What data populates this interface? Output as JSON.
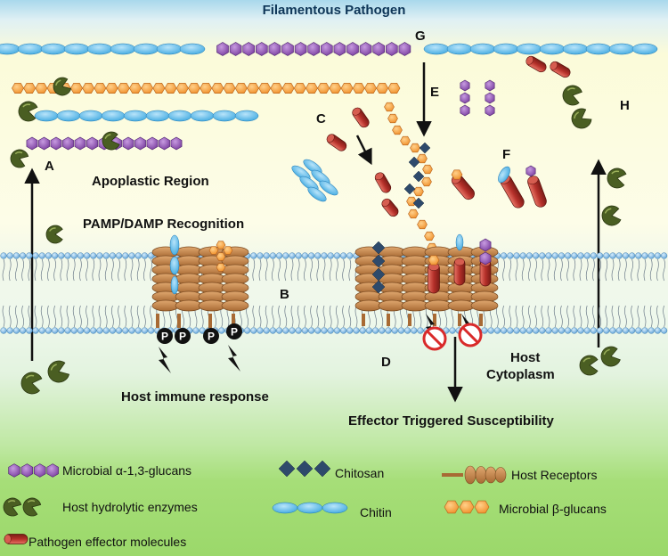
{
  "title": "Filamentous Pathogen",
  "region_labels": {
    "apoplastic": "Apoplastic Region",
    "recognition": "PAMP/DAMP Recognition",
    "host_cytoplasm_line1": "Host",
    "host_cytoplasm_line2": "Cytoplasm",
    "immune_response": "Host immune response",
    "ets": "Effector Triggered Susceptibility"
  },
  "phosphate_symbol": "P",
  "letters": [
    "A",
    "B",
    "C",
    "D",
    "E",
    "F",
    "G",
    "H"
  ],
  "legend": [
    {
      "label": "Microbial α-1,3-glucans",
      "icon": "alpha-glucan-icon"
    },
    {
      "label": "Chitosan",
      "icon": "chitosan-icon"
    },
    {
      "label": "Host Receptors",
      "icon": "host-receptor-icon"
    },
    {
      "label": "Host hydrolytic enzymes",
      "icon": "hydrolytic-enzyme-icon"
    },
    {
      "label": "Chitin",
      "icon": "chitin-icon"
    },
    {
      "label": "Microbial β-glucans",
      "icon": "beta-glucan-icon"
    },
    {
      "label": "Pathogen effector molecules",
      "icon": "effector-molecule-icon"
    }
  ],
  "colors": {
    "alpha_glucan": "#7b3fa0",
    "beta_glucan": "#f0902a",
    "chitin": "#3fa9e0",
    "chitosan": "#2e4a6b",
    "enzyme": "#4a5e22",
    "effector": "#b5302a",
    "receptor": "#c8864a"
  }
}
